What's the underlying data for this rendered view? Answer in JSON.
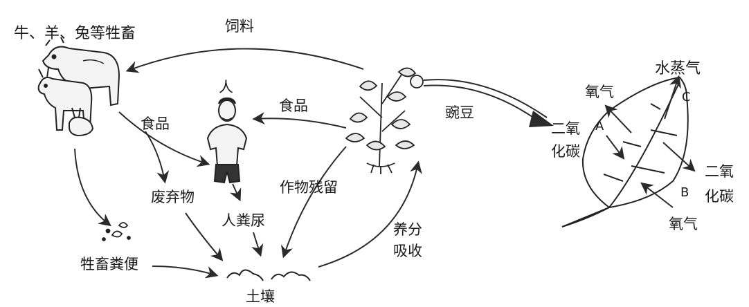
{
  "labels": {
    "livestock": "牛、羊、兔等牲畜",
    "feed": "饲料",
    "person": "人",
    "food_to_person": "食品",
    "food_from_livestock": "食品",
    "pea": "豌豆",
    "waste": "废弃物",
    "human_excreta": "人粪尿",
    "crop_residue": "作物残留",
    "nutrient_absorb_1": "养分",
    "nutrient_absorb_2": "吸收",
    "manure": "牲畜粪便",
    "soil": "土壤",
    "water_vapor": "水蒸气",
    "oxygen_top": "氧气",
    "co2_left_1": "二氧",
    "co2_left_2": "化碳",
    "co2_right_1": "二氧",
    "co2_right_2": "化碳",
    "oxygen_bottom": "氧气",
    "letter_a": "A",
    "letter_b": "B",
    "letter_c": "C"
  }
}
